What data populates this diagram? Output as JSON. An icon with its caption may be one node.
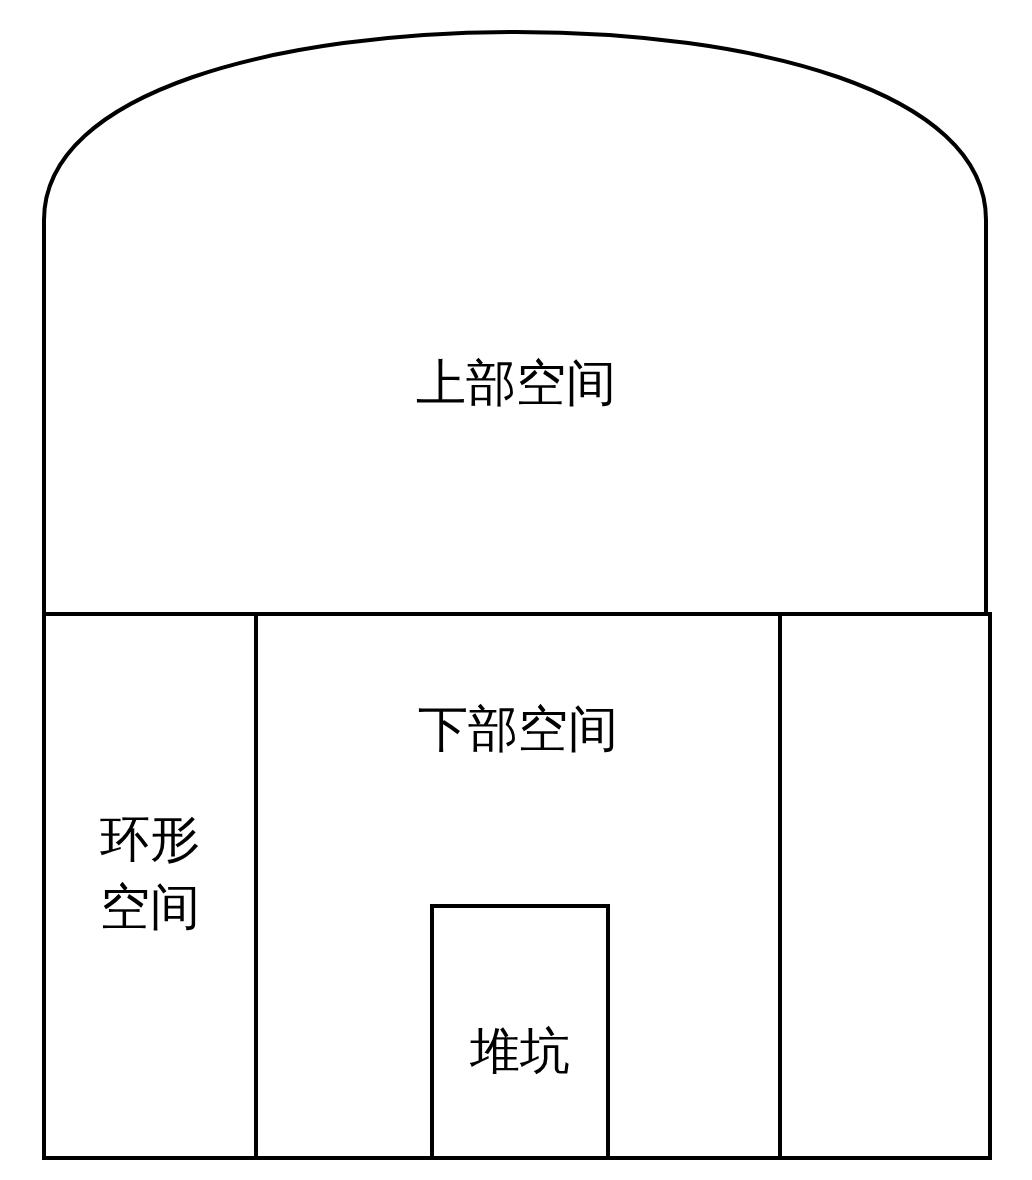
{
  "diagram": {
    "nodes": [
      {
        "text": [
          "上部空间"
        ]
      },
      {
        "text": [
          "环形空间"
        ]
      },
      {
        "text": [
          "下部空间"
        ]
      },
      {
        "text": [
          "堆坑"
        ],
        "in": 2
      },
      {
        "text": [],
        "shape": "box"
      }
    ]
  }
}
